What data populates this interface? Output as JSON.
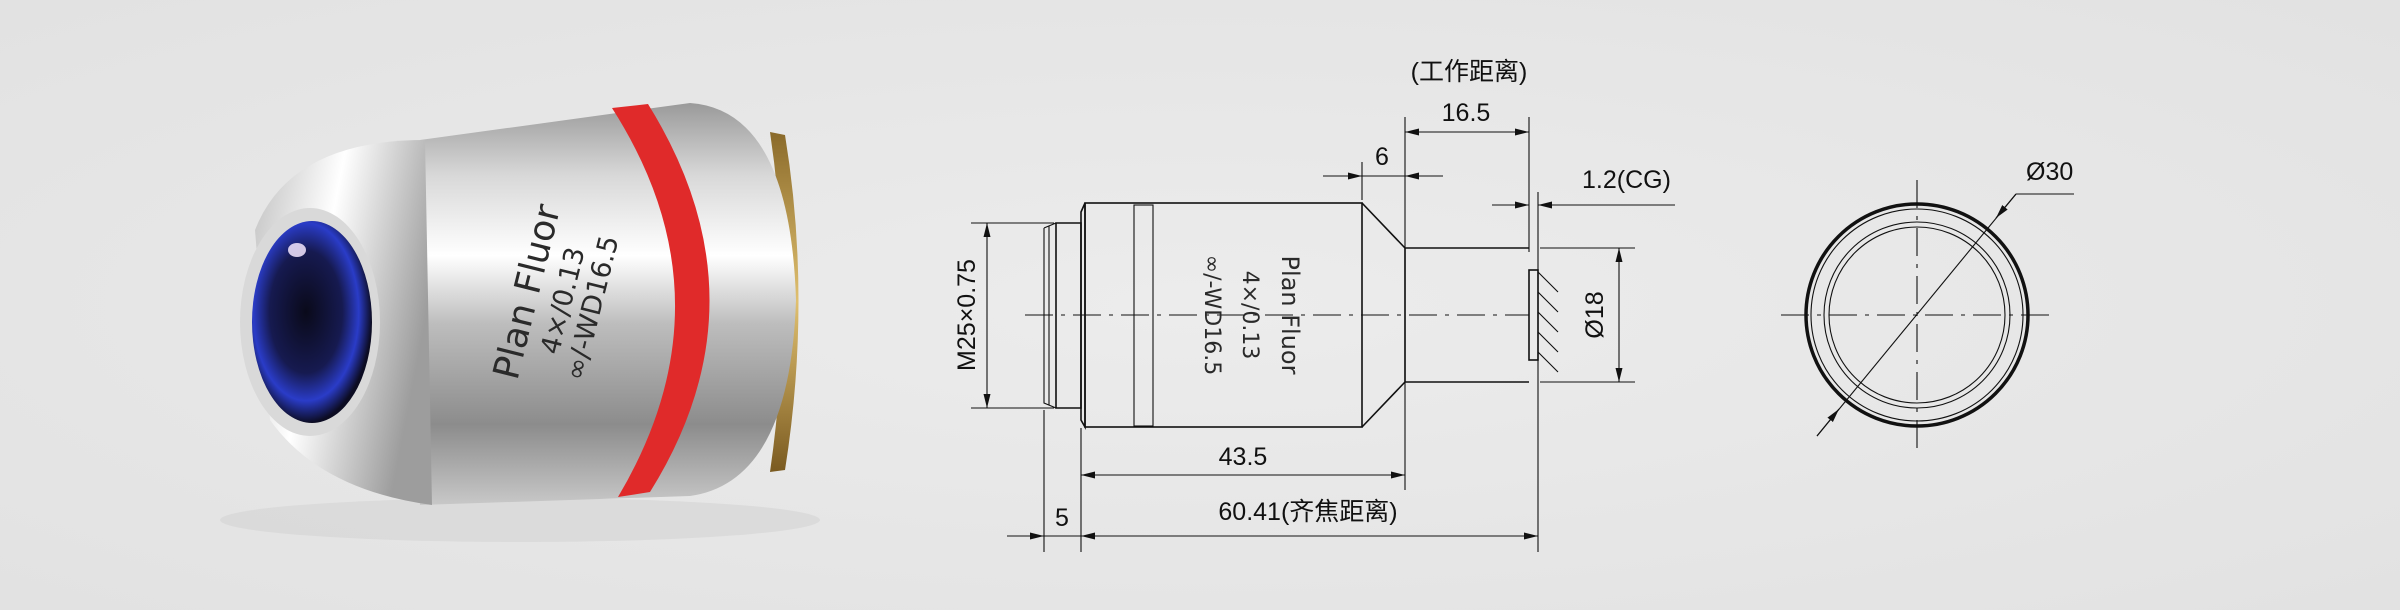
{
  "product_photo": {
    "engraving": {
      "line1": "Plan Fluor",
      "line2": "4×/0.13",
      "line3": "∞/-WD16.5"
    },
    "band_color": "#e02a2a"
  },
  "side_view": {
    "engraving": {
      "line1": "Plan Fluor",
      "line2": "4×/0.13",
      "line3": "∞/-WD16.5"
    },
    "dimensions": {
      "working_distance_label": "(工作距离)",
      "working_distance": "16.5",
      "cone_length": "6",
      "cover_glass": "1.2(CG)",
      "thread": "M25×0.75",
      "tip_diameter": "Ø18",
      "body_length": "43.5",
      "parfocal": "60.41(齐焦距离)",
      "thread_length": "5"
    }
  },
  "front_view": {
    "diameter": "Ø30"
  }
}
